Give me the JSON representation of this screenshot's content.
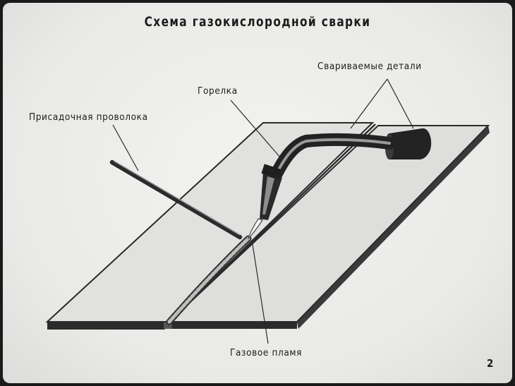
{
  "title": "Схема газокислородной сварки",
  "labels": {
    "parts": "Свариваемые детали",
    "torch": "Горелка",
    "filler_wire": "Присадочная проволока",
    "flame": "Газовое пламя"
  },
  "page_number": "2"
}
